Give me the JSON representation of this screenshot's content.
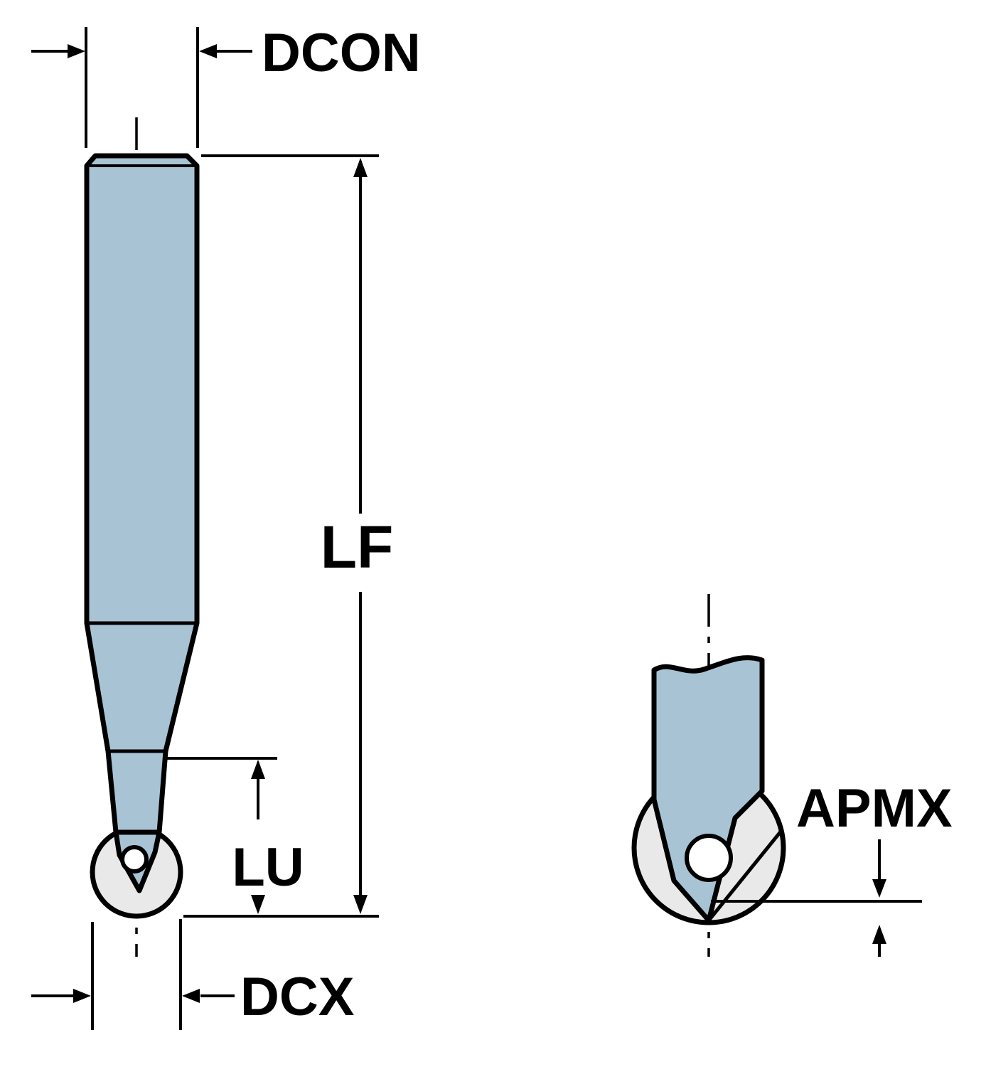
{
  "labels": {
    "dcon": "DCON",
    "lf": "LF",
    "lu": "LU",
    "dcx": "DCX",
    "apmx": "APMX"
  },
  "colors": {
    "tool_fill": "#a8c3d4",
    "insert_fill": "#e9e9e9",
    "line": "#000000",
    "background": "#ffffff"
  }
}
